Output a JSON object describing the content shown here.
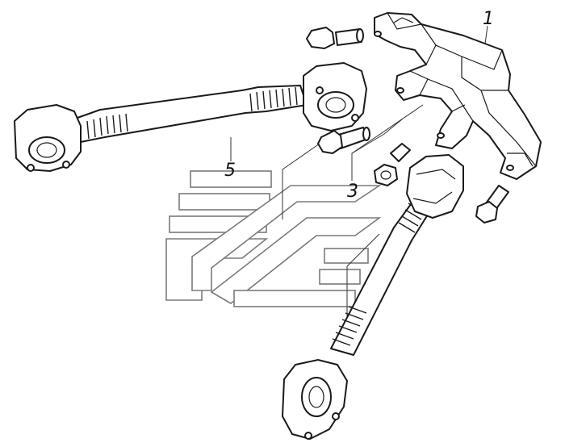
{
  "callouts": [
    {
      "id": "1",
      "label": "1"
    },
    {
      "id": "3",
      "label": "3"
    },
    {
      "id": "5",
      "label": "5"
    }
  ],
  "colors": {
    "line": "#1a1a1a",
    "watermark": "#7a7a7a",
    "background": "#ffffff"
  }
}
